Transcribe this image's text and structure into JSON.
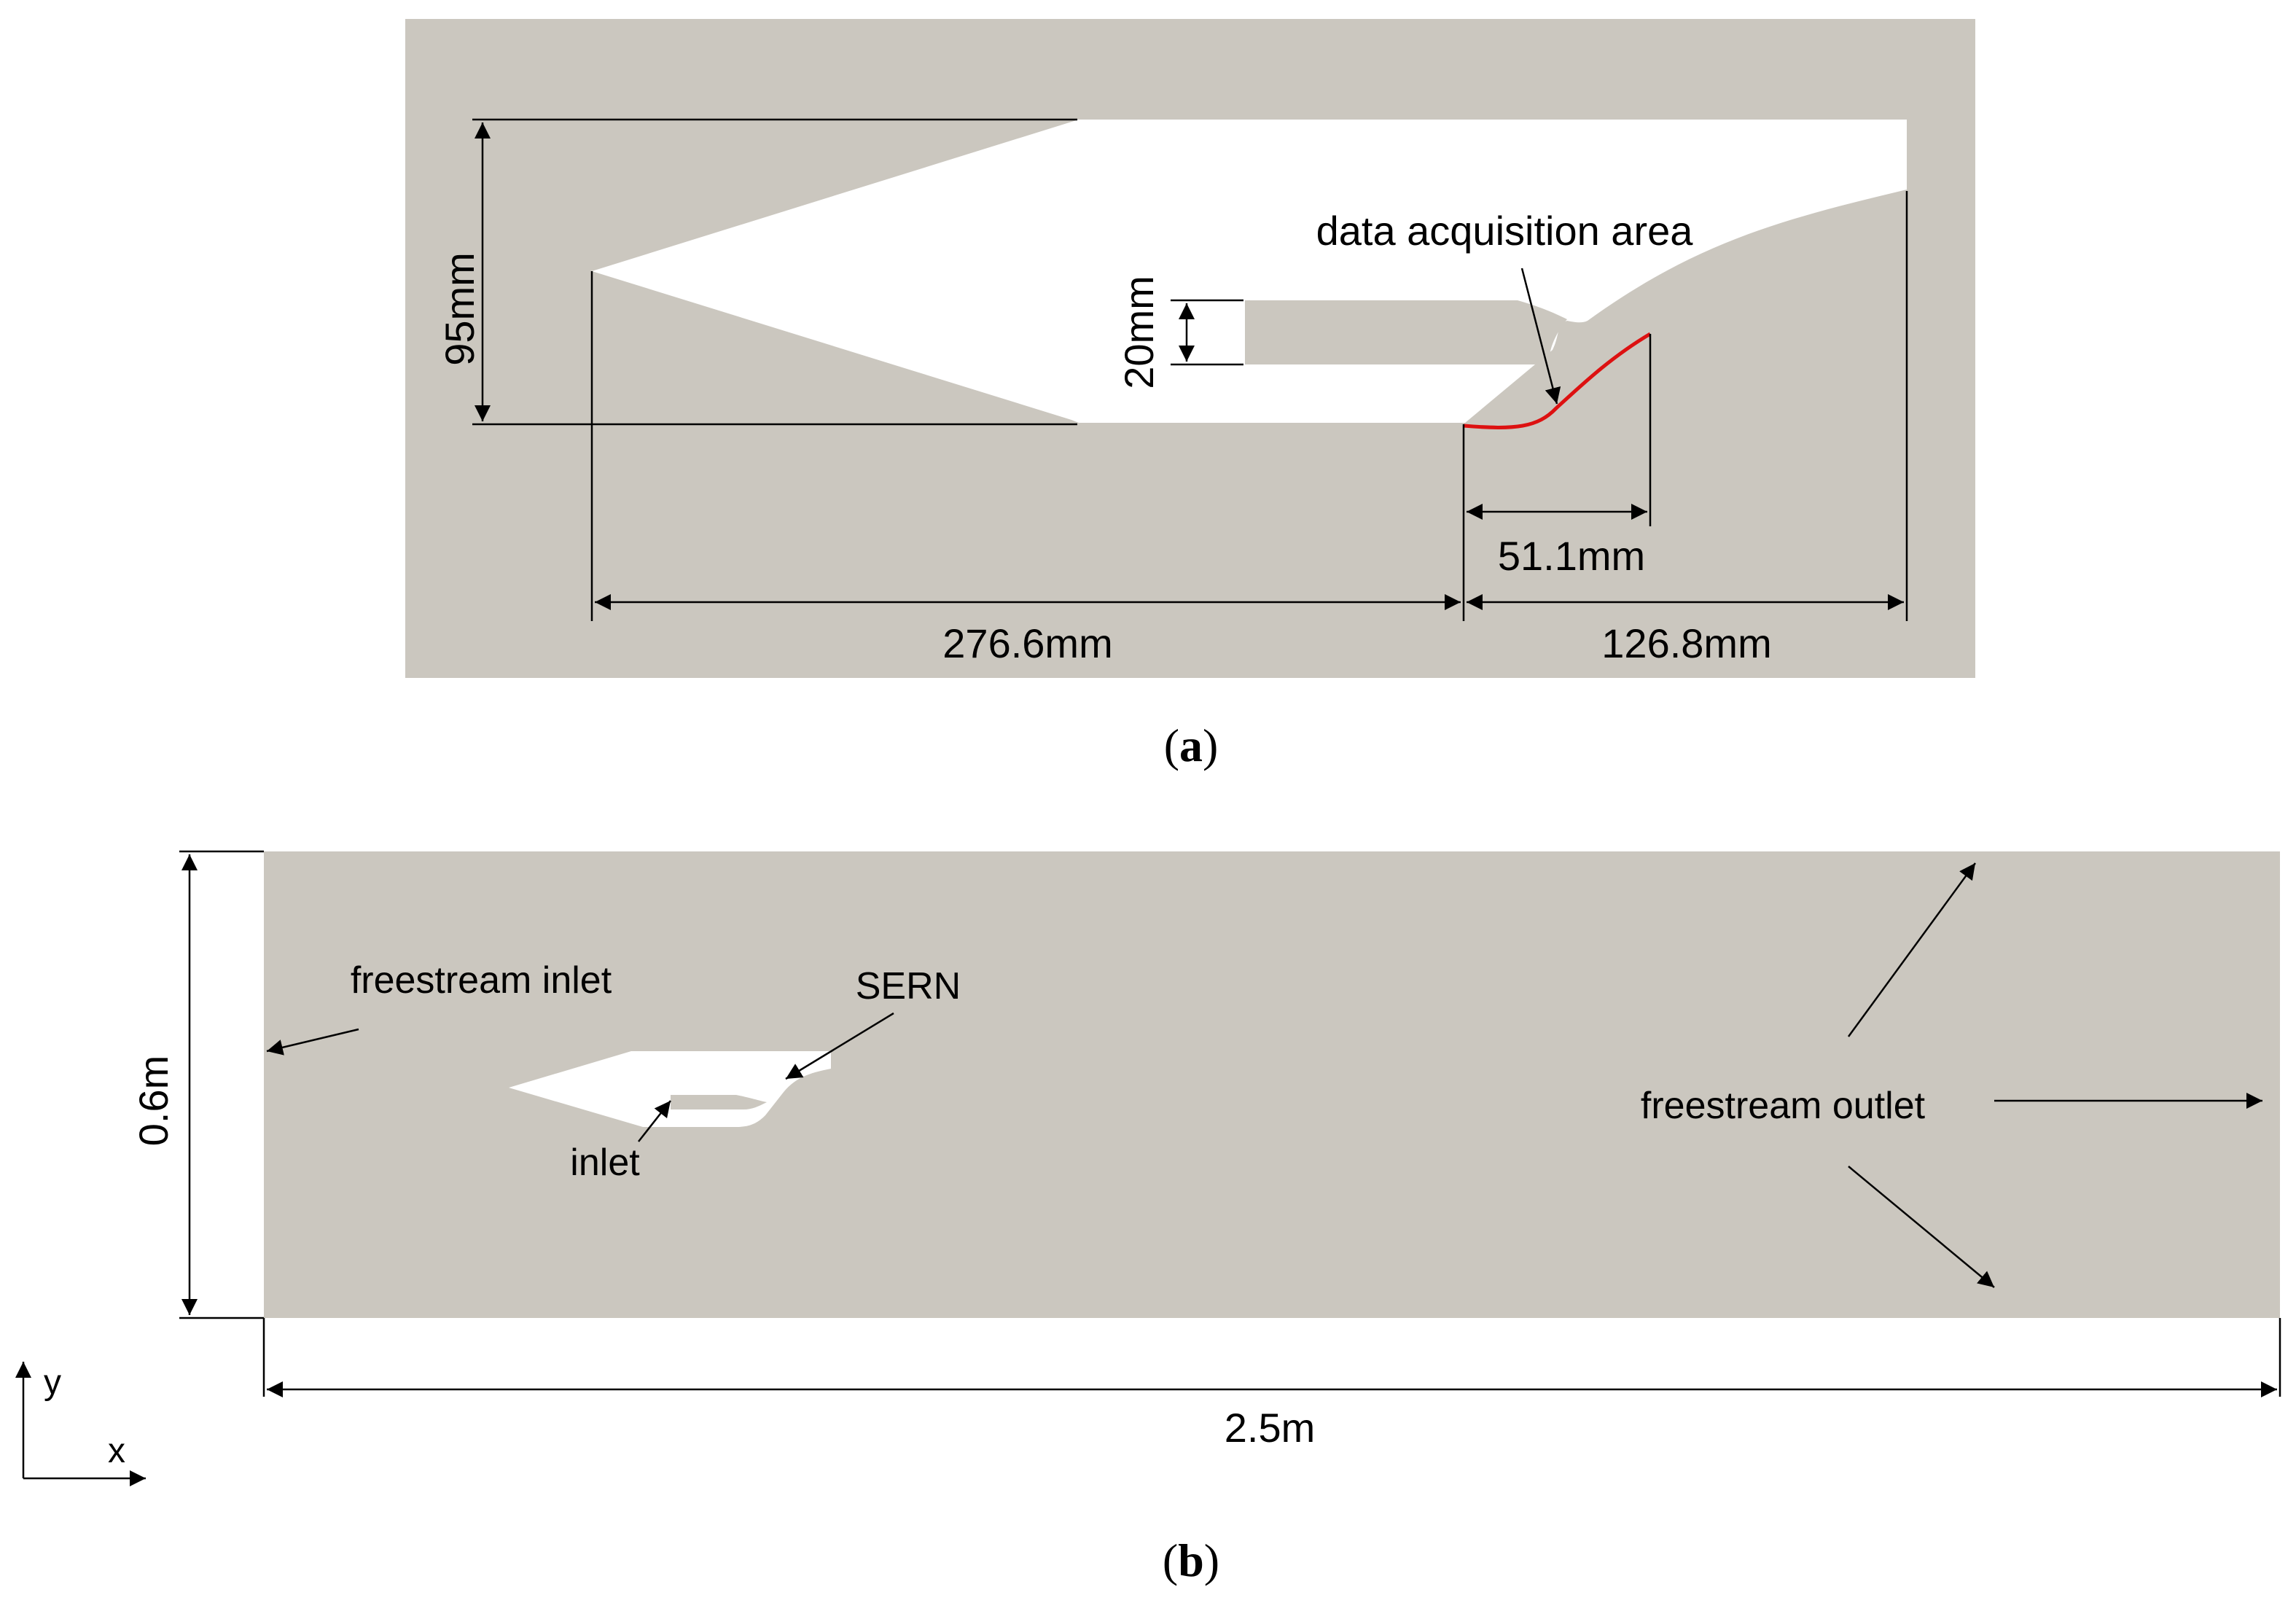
{
  "panel_a": {
    "label_open": "(",
    "label_letter": "a",
    "label_close": ")",
    "dims": {
      "height": "95mm",
      "inner_height": "20mm",
      "ramp_length": "51.1mm",
      "inlet_length": "276.6mm",
      "nozzle_length": "126.8mm"
    },
    "annotation": "data acquisition area",
    "colors": {
      "background": "#cbc7bf",
      "solid": "#ffffff",
      "highlight": "#dd1111",
      "line": "#000000"
    }
  },
  "panel_b": {
    "label_open": "(",
    "label_letter": "b",
    "label_close": ")",
    "dims": {
      "height": "0.6m",
      "width": "2.5m"
    },
    "labels": {
      "freestream_inlet": "freestream inlet",
      "freestream_outlet": "freestream outlet",
      "sern": "SERN",
      "inlet": "inlet"
    },
    "axes": {
      "x": "x",
      "y": "y"
    },
    "colors": {
      "background": "#cbc7bf",
      "solid": "#ffffff",
      "line": "#000000"
    }
  }
}
